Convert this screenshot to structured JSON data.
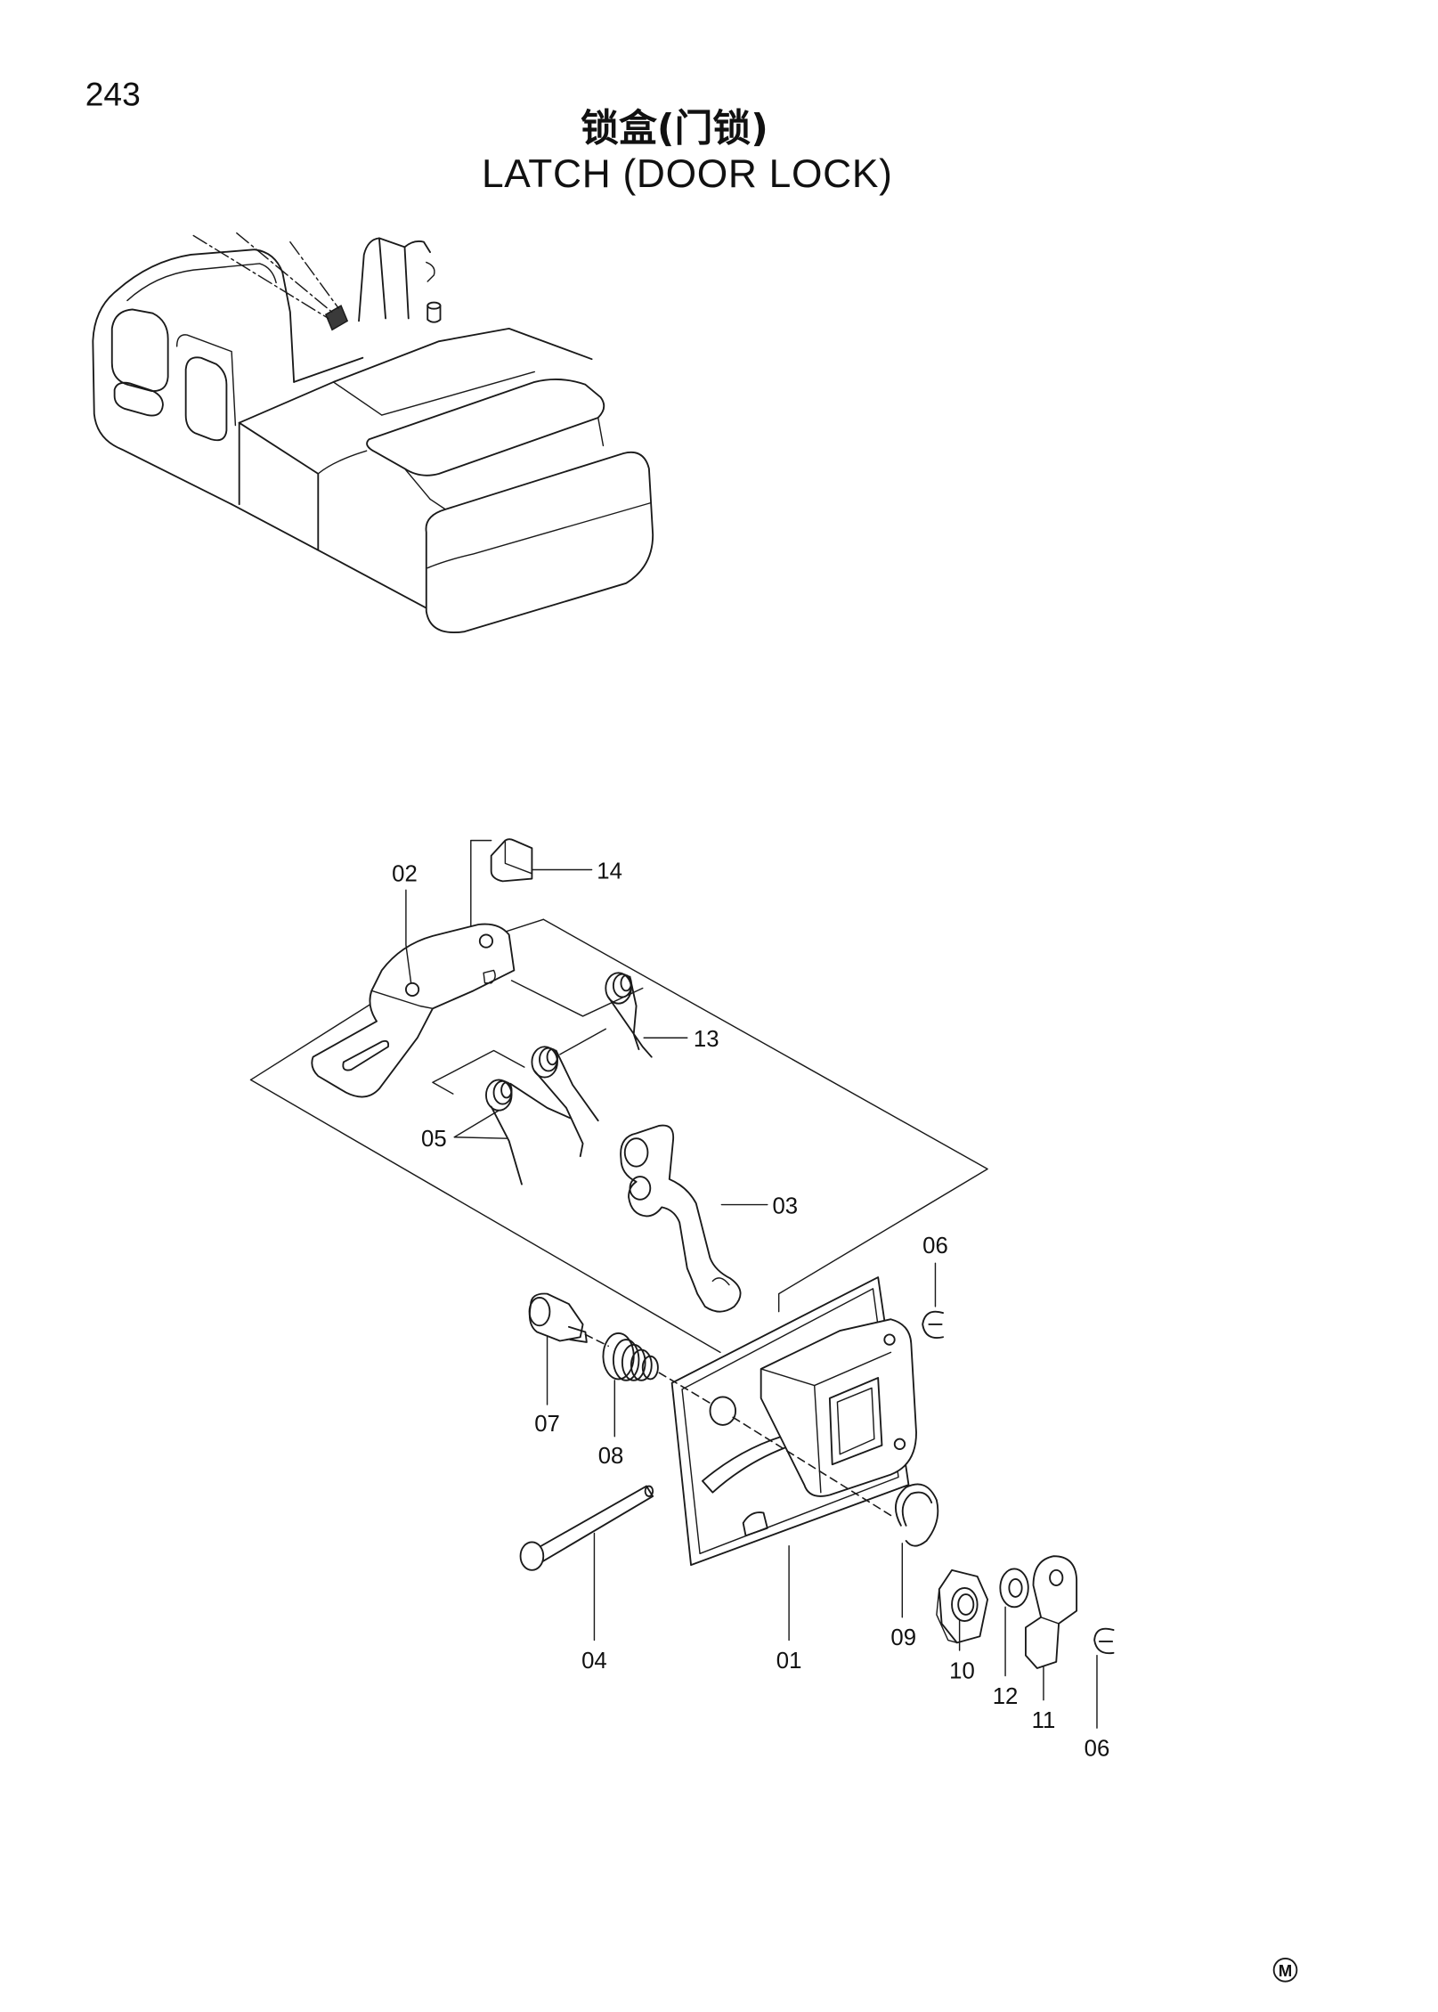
{
  "page_number": "243",
  "title_cn": "锁盒(门锁)",
  "title_en": "LATCH (DOOR LOCK)",
  "callouts": [
    "14",
    "02",
    "13",
    "05",
    "03",
    "06",
    "07",
    "08",
    "04",
    "01",
    "09",
    "10",
    "12",
    "11",
    "06"
  ],
  "corner_mark": "M"
}
